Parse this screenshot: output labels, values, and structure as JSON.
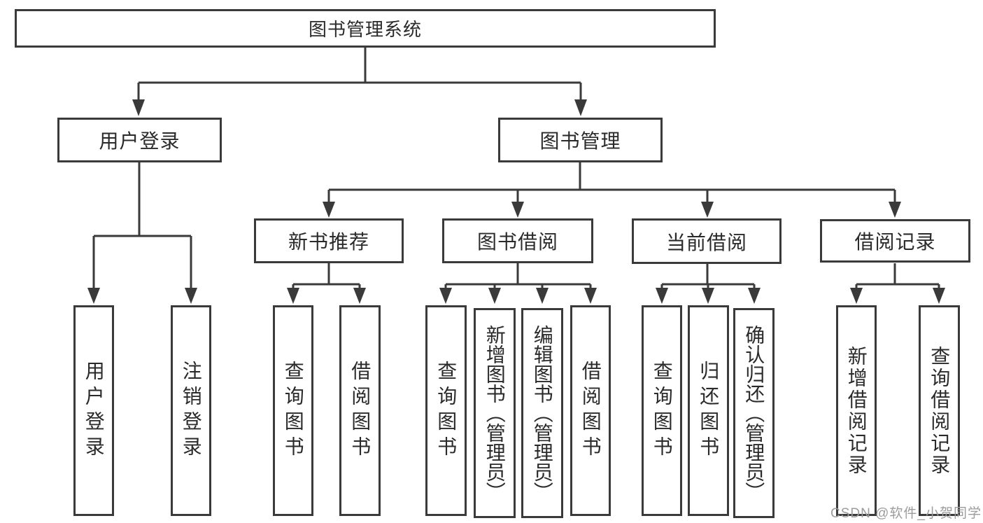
{
  "diagram": {
    "root": {
      "label": "图书管理系统"
    },
    "branches": [
      {
        "label": "用户登录",
        "children": [
          {
            "label": "用户登录"
          },
          {
            "label": "注销登录"
          }
        ]
      },
      {
        "label": "图书管理",
        "children": [
          {
            "label": "新书推荐",
            "children": [
              {
                "label": "查询图书"
              },
              {
                "label": "借阅图书"
              }
            ]
          },
          {
            "label": "图书借阅",
            "children": [
              {
                "label": "查询图书"
              },
              {
                "label": "新增图书（管理员）"
              },
              {
                "label": "编辑图书（管理员）"
              },
              {
                "label": "借阅图书"
              }
            ]
          },
          {
            "label": "当前借阅",
            "children": [
              {
                "label": "查询图书"
              },
              {
                "label": "归还图书"
              },
              {
                "label": "确认归还（管理员）"
              }
            ]
          },
          {
            "label": "借阅记录",
            "children": [
              {
                "label": "新增借阅记录"
              },
              {
                "label": "查询借阅记录"
              }
            ]
          }
        ]
      }
    ]
  },
  "watermark": {
    "text": "CSDN @软件_小贺同学"
  },
  "colors": {
    "line": "#3a3a3a",
    "text": "#2a2a2a",
    "watermark": "#9c9c9c",
    "background": "#ffffff"
  }
}
